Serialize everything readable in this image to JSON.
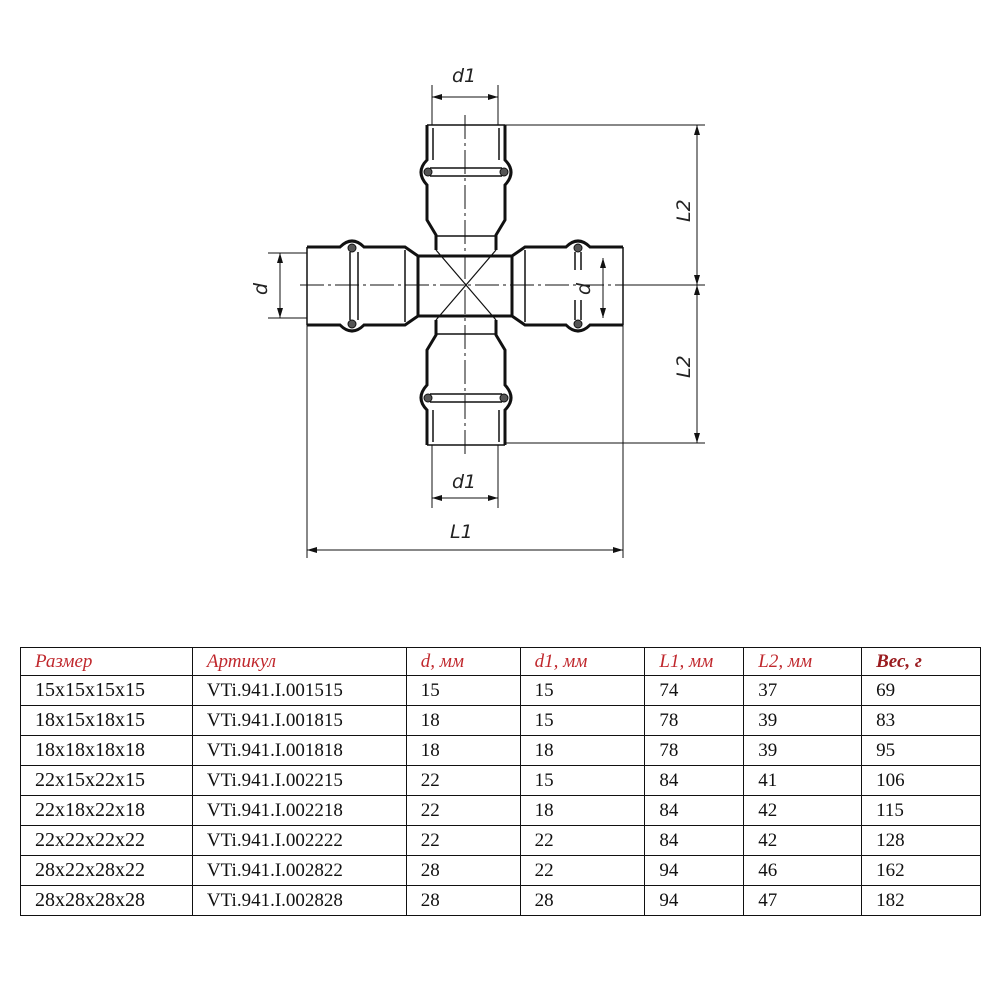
{
  "drawing": {
    "labels": {
      "d1_top": "d1",
      "d1_bottom": "d1",
      "d_left": "d",
      "d_right": "d",
      "l2_top": "L2",
      "l2_bottom": "L2",
      "l1": "L1"
    }
  },
  "table": {
    "headers": [
      "Размер",
      "Артикул",
      "d, мм",
      "d1, мм",
      "L1, мм",
      "L2, мм",
      "Вес, г"
    ],
    "rows": [
      [
        "15x15x15x15",
        "VTi.941.I.001515",
        "15",
        "15",
        "74",
        "37",
        "69"
      ],
      [
        "18x15x18x15",
        "VTi.941.I.001815",
        "18",
        "15",
        "78",
        "39",
        "83"
      ],
      [
        "18x18x18x18",
        "VTi.941.I.001818",
        "18",
        "18",
        "78",
        "39",
        "95"
      ],
      [
        "22x15x22x15",
        "VTi.941.I.002215",
        "22",
        "15",
        "84",
        "41",
        "106"
      ],
      [
        "22x18x22x18",
        "VTi.941.I.002218",
        "22",
        "18",
        "84",
        "42",
        "115"
      ],
      [
        "22x22x22x22",
        "VTi.941.I.002222",
        "22",
        "22",
        "84",
        "42",
        "128"
      ],
      [
        "28x22x28x22",
        "VTi.941.I.002822",
        "28",
        "22",
        "94",
        "46",
        "162"
      ],
      [
        "28x28x28x28",
        "VTi.941.I.002828",
        "28",
        "28",
        "94",
        "47",
        "182"
      ]
    ]
  }
}
